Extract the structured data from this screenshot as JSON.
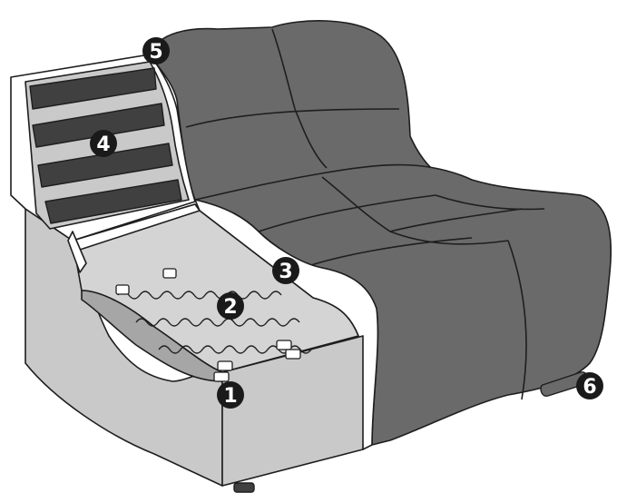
{
  "colors": {
    "upholstery": "#6a6a6a",
    "upholstery_shade": "#5a5a5a",
    "frame_light": "#c9c9c9",
    "frame_mid": "#a6a6a6",
    "foam": "#ffffff",
    "outline": "#1e1e1e",
    "webbing": "#404040",
    "callout_fill": "#1a1a1a",
    "callout_text": "#ffffff"
  },
  "callouts": [
    {
      "label": "1",
      "part": "springs-front-clip"
    },
    {
      "label": "2",
      "part": "sinuous-springs"
    },
    {
      "label": "3",
      "part": "seat-foam"
    },
    {
      "label": "4",
      "part": "back-webbing"
    },
    {
      "label": "5",
      "part": "back-frame-top"
    },
    {
      "label": "6",
      "part": "leg"
    }
  ]
}
